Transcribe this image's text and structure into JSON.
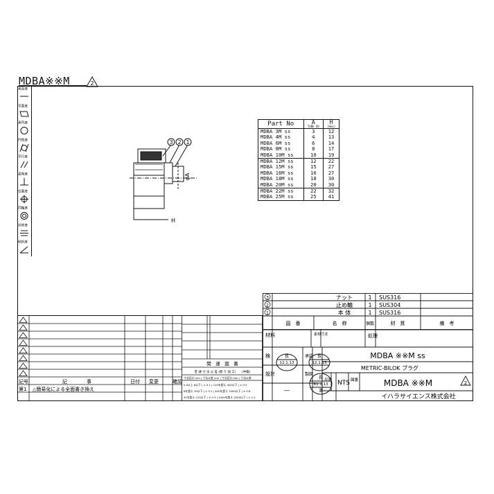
{
  "drawing": {
    "title": "MDBA※※M",
    "revision_mark": "2"
  },
  "tolerance_symbols": [
    {
      "label": "真直度",
      "icon": "straightness-icon"
    },
    {
      "label": "平面度",
      "icon": "flatness-icon"
    },
    {
      "label": "真円度",
      "icon": "roundness-icon"
    },
    {
      "label": "円筒度",
      "icon": "cylindricity-icon"
    },
    {
      "label": "平行度",
      "icon": "parallelism-icon"
    },
    {
      "label": "直角度",
      "icon": "perpendicularity-icon"
    },
    {
      "label": "位置度",
      "icon": "position-icon"
    },
    {
      "label": "同軸度",
      "icon": "concentricity-icon"
    },
    {
      "label": "対称度",
      "icon": "symmetry-icon"
    },
    {
      "label": "傾斜度",
      "icon": "angularity-icon"
    }
  ],
  "part_view": {
    "balloons": [
      "3",
      "2",
      "1"
    ],
    "dim_a": "φA",
    "dim_h": "H"
  },
  "part_table": {
    "headers": {
      "part_no": "Part No",
      "a": "A",
      "a_sub": "TUBE OD",
      "h": "H",
      "h_sub": "(Hex)"
    },
    "groups": [
      [
        {
          "part": "MDBA 3M ss",
          "a": "3",
          "h": "12"
        },
        {
          "part": "MDBA 4M ss",
          "a": "4",
          "h": "13"
        },
        {
          "part": "MDBA 6M ss",
          "a": "6",
          "h": "14"
        },
        {
          "part": "MDBA 8M ss",
          "a": "8",
          "h": "17"
        },
        {
          "part": "MDBA 10M ss",
          "a": "10",
          "h": "19"
        }
      ],
      [
        {
          "part": "MDBA 12M ss",
          "a": "12",
          "h": "22"
        },
        {
          "part": "MDBA 15M ss",
          "a": "15",
          "h": "27"
        },
        {
          "part": "MDBA 16M ss",
          "a": "16",
          "h": "27"
        },
        {
          "part": "MDBA 18M ss",
          "a": "18",
          "h": "30"
        },
        {
          "part": "MDBA 20M ss",
          "a": "20",
          "h": "30"
        }
      ],
      [
        {
          "part": "MDBA 22M ss",
          "a": "22",
          "h": "32"
        },
        {
          "part": "MDBA 25M ss",
          "a": "25",
          "h": "41"
        }
      ]
    ]
  },
  "bom": {
    "rows": [
      {
        "no": "3",
        "name": "ナット",
        "qty": "1",
        "material": "SUS316"
      },
      {
        "no": "2",
        "name": "止め輪",
        "qty": "1",
        "material": "SUS304"
      },
      {
        "no": "1",
        "name": "本 体",
        "qty": "1",
        "material": "SUS316"
      }
    ],
    "header": {
      "zuban": "図　番",
      "meisho": "名　称",
      "kosu": "個数",
      "zaishitsu": "材　質",
      "biko": "備　考"
    }
  },
  "revision_table": {
    "col_kigo": "記号",
    "col_kiji": "記　　　　事",
    "col_hiduke": "日付",
    "col_henko": "変更",
    "col_kakunin": "確認",
    "row_first_kigo": "第1",
    "first_entry": "△簡易化による全面書き換え"
  },
  "related": {
    "title": "関　連　図　番",
    "tol_title": "普 通 寸 法 公 差 (削 り 加 工)　　(中級)",
    "tol_rows": [
      "寸法区分 mm | 寸法公差 mm | 寸法区分 mm | 寸法公差",
      "0.5以上 6以下 | ± 0.1 | 120を超え 400以下 | ± 0.5",
      "6を超え 30以下 | ± 0.2 | 400を超え 1000以下 | ± 0.8",
      "30を超え 120以下 | ± 0.3 | 1000を超え 2000以下 | ± 1.2"
    ]
  },
  "title_block": {
    "zairyo": "材料",
    "zairyo_sub": "素材寸法",
    "shori": "処理",
    "ken": "検",
    "shonin": "承認",
    "sekkei": "設計",
    "seizu": "製図",
    "ken_date": "12.1.13",
    "shonin_date": "12.1.13",
    "stamp_name": "長",
    "stamp_name2": "澤",
    "stamp_date": "R1.1.13",
    "model": "MDBA ※※M ss",
    "desc": "METRIC-BILOK プラグ",
    "shakudo": "尺度",
    "scale": "NTS",
    "zuban_label": "図番",
    "zuban": "MDBA ※※M",
    "rev": "2",
    "company": "イハラサイエンス株式会社",
    "dash": "―"
  }
}
